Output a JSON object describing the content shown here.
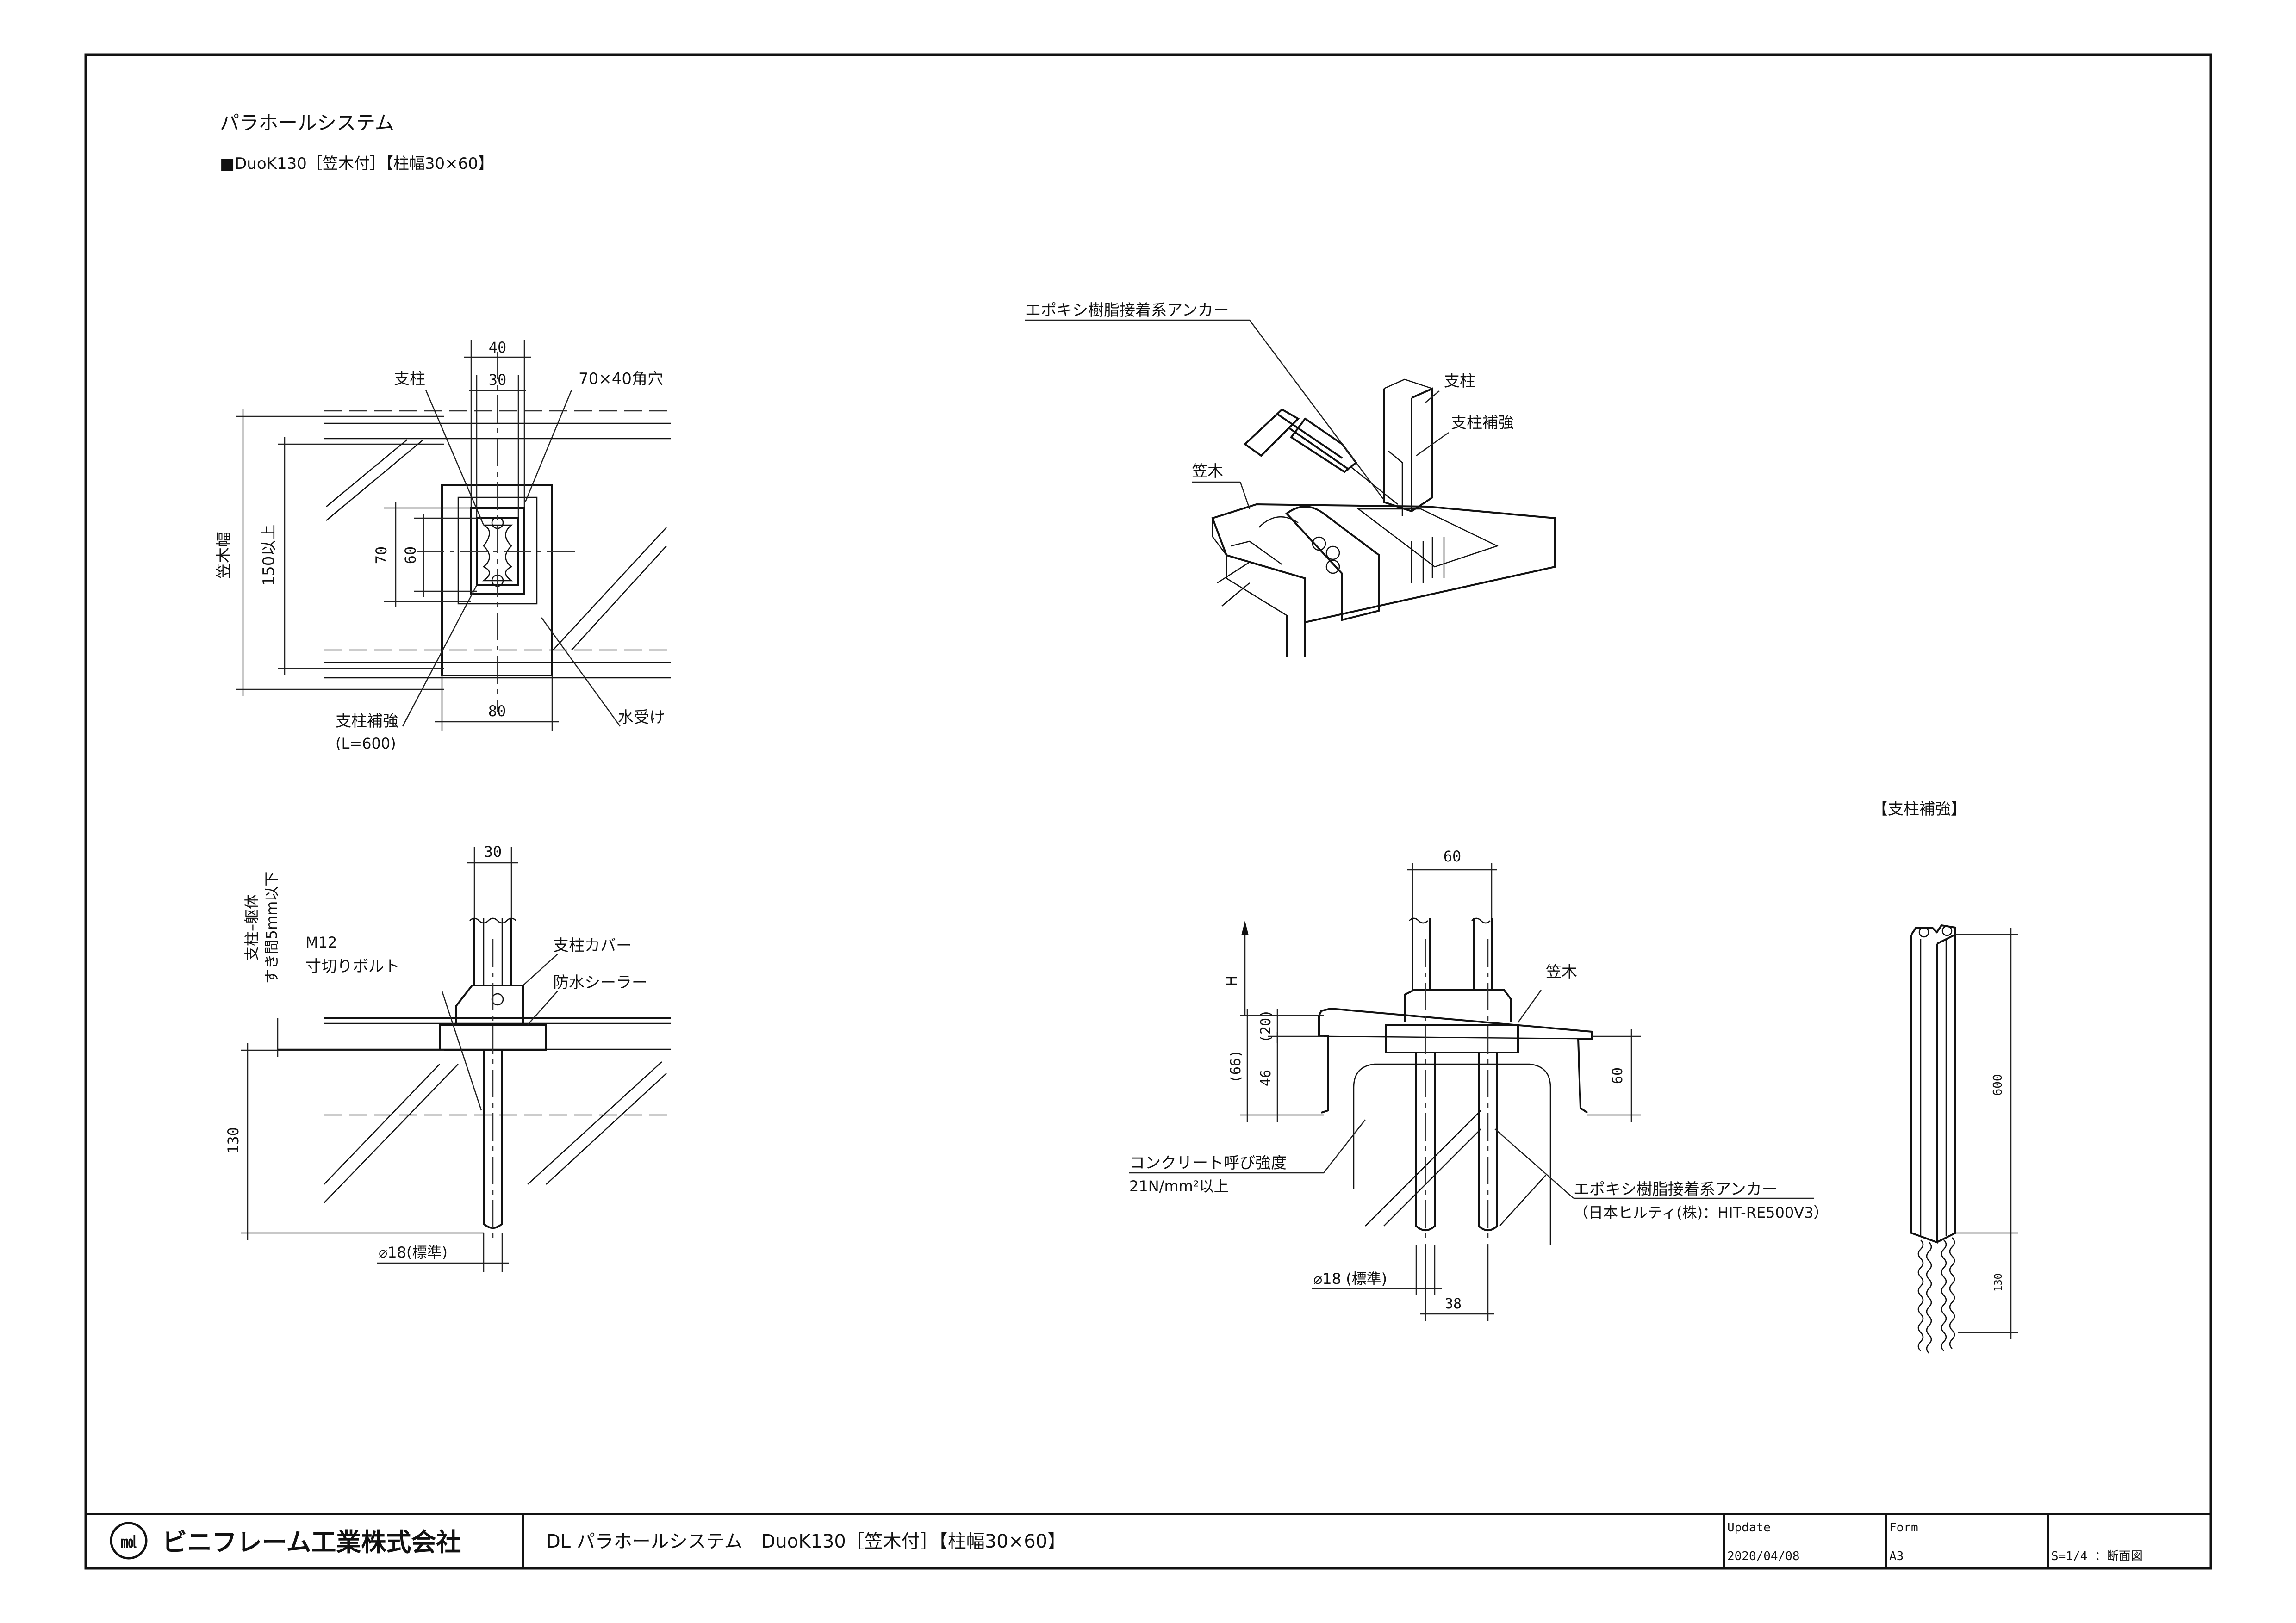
{
  "header": {
    "title": "パラホールシステム",
    "subtitle": "■DuoK130［笠木付］【柱幅30×60】"
  },
  "view_plan": {
    "labels": {
      "post": "支柱",
      "hole": "70×40角穴",
      "post_reinforcement": "支柱補強",
      "reinforcement_length": "(L=600)",
      "drain": "水受け",
      "cap_width": "笠木幅",
      "min_150": "150以上"
    },
    "dims": {
      "top40": "40",
      "top30": "30",
      "d70": "70",
      "d60": "60",
      "bottom80": "80"
    }
  },
  "view_iso": {
    "labels": {
      "epoxy_anchor": "エポキシ樹脂接着系アンカー",
      "post": "支柱",
      "post_reinforcement": "支柱補強",
      "coping": "笠木"
    }
  },
  "view_section_left": {
    "labels": {
      "gap_line1": "支柱–躯体",
      "gap_line2": "すき間5mm以下",
      "bolt_line1": "M12",
      "bolt_line2": "寸切りボルト",
      "post_cover": "支柱カバー",
      "sealer": "防水シーラー",
      "diameter": "⌀18(標準)"
    },
    "dims": {
      "top30": "30",
      "d130": "130"
    }
  },
  "view_section_right": {
    "labels": {
      "h": "H",
      "coping": "笠木",
      "concrete_line1": "コンクリート呼び強度",
      "concrete_line2": "21N/mm²以上",
      "anchor_line1": "エポキシ樹脂接着系アンカー",
      "anchor_line2": "（日本ヒルティ(株)：HIT-RE500V3）",
      "diameter": "⌀18 (標準)"
    },
    "dims": {
      "top60": "60",
      "d20": "(20)",
      "d46": "46",
      "d66": "(66)",
      "d60": "60",
      "d38": "38"
    }
  },
  "view_reinforcement": {
    "title": "【支柱補強】",
    "dims": {
      "d600": "600",
      "d130": "130"
    }
  },
  "title_block": {
    "company": "ビニフレーム工業株式会社",
    "drawing_title": "DL パラホールシステム　DuoK130［笠木付］【柱幅30×60】",
    "update_label": "Update",
    "update_value": "2020/04/08",
    "form_label": "Form",
    "form_value": "A3",
    "scale": "S=1/4 ：断面図"
  }
}
